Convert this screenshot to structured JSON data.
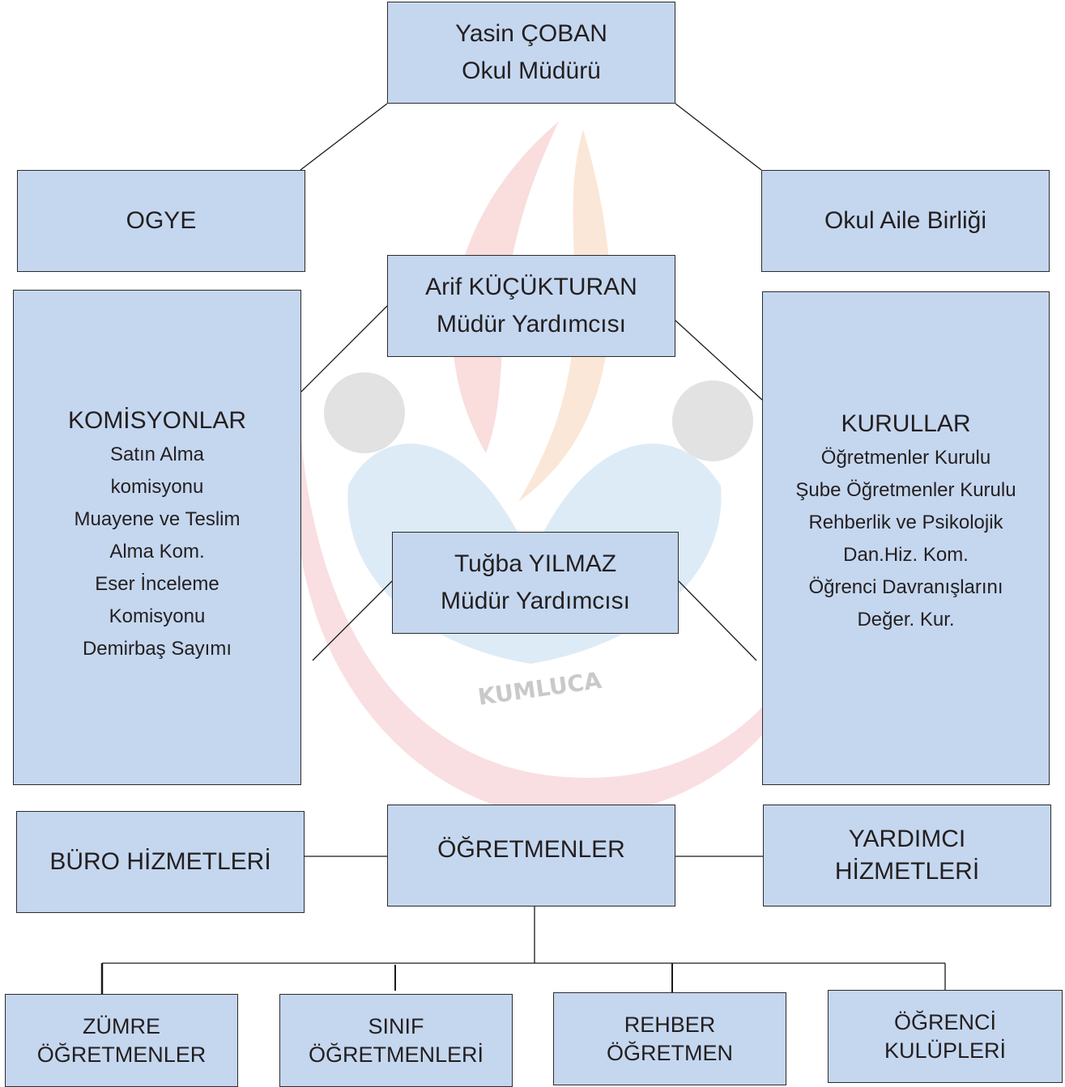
{
  "watermark": {
    "text": "KUMLUCA"
  },
  "principal": {
    "name": "Yasin ÇOBAN",
    "title": "Okul Müdürü"
  },
  "ogye": {
    "label": "OGYE"
  },
  "parent_union": {
    "label": "Okul Aile Birliği"
  },
  "vice_principal_1": {
    "name": "Arif KÜÇÜKTURAN",
    "title": "Müdür Yardımcısı"
  },
  "vice_principal_2": {
    "name": "Tuğba YILMAZ",
    "title": "Müdür Yardımcısı"
  },
  "commissions": {
    "heading": "KOMİSYONLAR",
    "items": [
      "Satın Alma",
      "komisyonu",
      "Muayene ve Teslim",
      "Alma Kom.",
      "Eser İnceleme",
      "Komisyonu",
      "Demirbaş Sayımı"
    ]
  },
  "councils": {
    "heading": "KURULLAR",
    "items": [
      "Öğretmenler Kurulu",
      "Şube Öğretmenler Kurulu",
      "Rehberlik ve Psikolojik",
      "Dan.Hiz. Kom.",
      "Öğrenci Davranışlarını",
      "Değer. Kur."
    ]
  },
  "office_services": {
    "label": "BÜRO HİZMETLERİ"
  },
  "teachers": {
    "label": "ÖĞRETMENLER"
  },
  "support_services": {
    "line1": "YARDIMCI",
    "line2": "HİZMETLERİ"
  },
  "bottom_units": [
    {
      "line1": "ZÜMRE",
      "line2": "ÖĞRETMENLER"
    },
    {
      "line1": "SINIF",
      "line2": "ÖĞRETMENLERİ"
    },
    {
      "line1": "REHBER",
      "line2": "ÖĞRETMEN"
    },
    {
      "line1": "ÖĞRENCİ",
      "line2": "KULÜPLERİ"
    }
  ]
}
